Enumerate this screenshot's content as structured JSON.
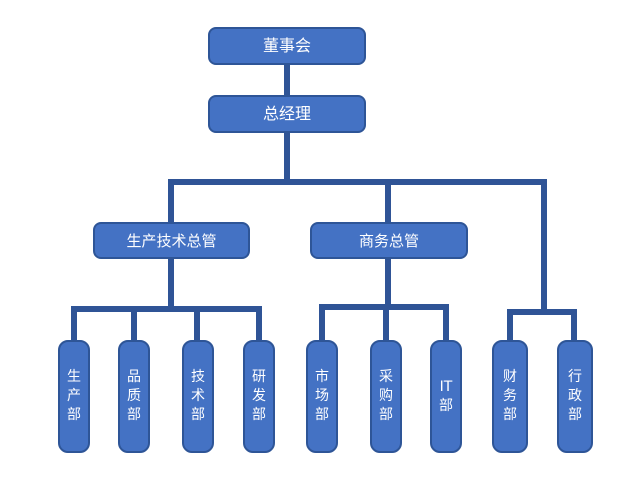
{
  "colors": {
    "box_fill": "#4472C4",
    "box_border": "#2E5597",
    "connector": "#2F5496",
    "text": "#FFFFFF",
    "background": "#FFFFFF"
  },
  "org": {
    "board": {
      "label": "董事会"
    },
    "general_manager": {
      "label": "总经理"
    },
    "directors": [
      {
        "label": "生产技术总管",
        "departments": [
          {
            "label": "生产部"
          },
          {
            "label": "品质部"
          },
          {
            "label": "技术部"
          },
          {
            "label": "研发部"
          }
        ]
      },
      {
        "label": "商务总管",
        "departments": [
          {
            "label": "市场部"
          },
          {
            "label": "采购部"
          },
          {
            "label": "IT部"
          }
        ]
      }
    ],
    "direct_departments": [
      {
        "label": "财务部"
      },
      {
        "label": "行政部"
      }
    ]
  }
}
